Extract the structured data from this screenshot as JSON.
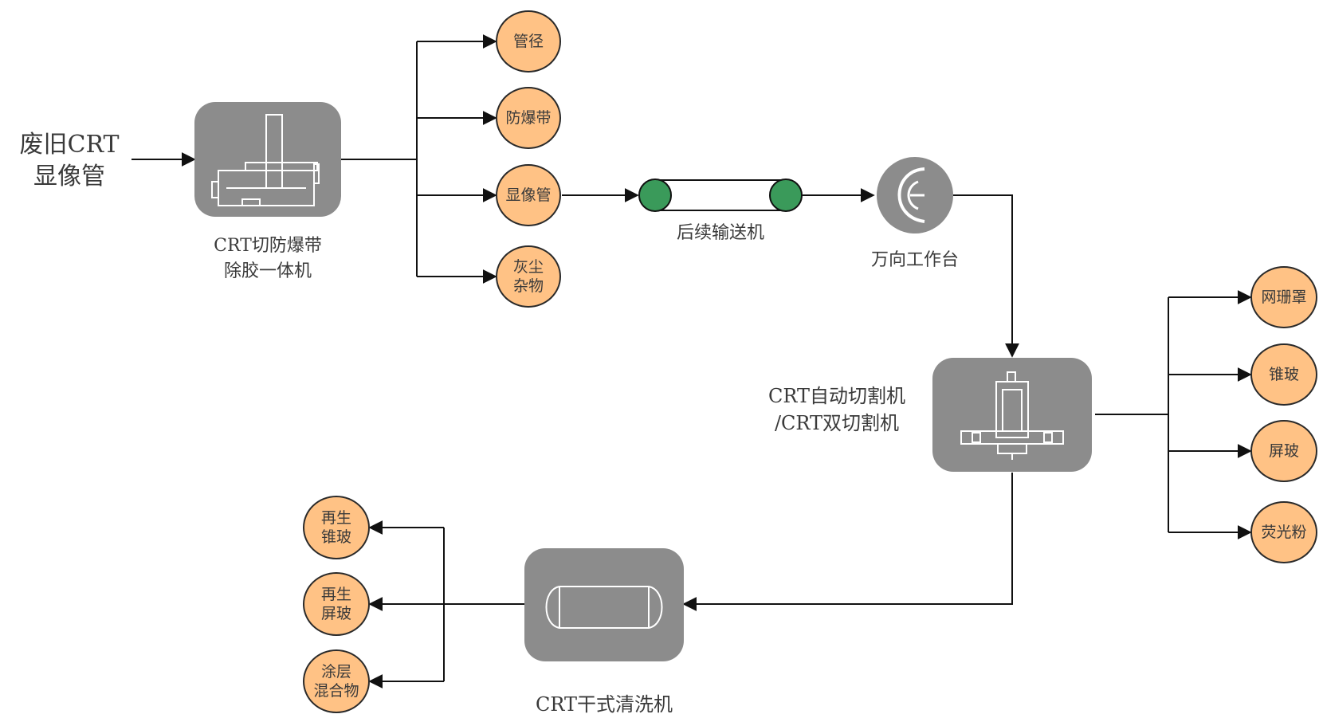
{
  "input_label": [
    "废旧CRT",
    "显像管"
  ],
  "machines": {
    "cutter_band_remover": [
      "CRT切防爆带",
      "除胶一体机"
    ],
    "conveyor": "后续输送机",
    "universal_table": "万向工作台",
    "auto_cutter": [
      "CRT自动切割机",
      "/CRT双切割机"
    ],
    "dry_washer": "CRT干式清洗机"
  },
  "outputs_stage1": [
    {
      "lines": [
        "管径"
      ]
    },
    {
      "lines": [
        "防爆带"
      ]
    },
    {
      "lines": [
        "显像管"
      ]
    },
    {
      "lines": [
        "灰尘",
        "杂物"
      ]
    }
  ],
  "outputs_stage2": [
    {
      "lines": [
        "网珊罩"
      ]
    },
    {
      "lines": [
        "锥玻"
      ]
    },
    {
      "lines": [
        "屏玻"
      ]
    },
    {
      "lines": [
        "荧光粉"
      ]
    }
  ],
  "outputs_stage3": [
    {
      "lines": [
        "再生",
        "锥玻"
      ]
    },
    {
      "lines": [
        "再生",
        "屏玻"
      ]
    },
    {
      "lines": [
        "涂层",
        "混合物"
      ]
    }
  ],
  "colors": {
    "output_fill": "#ffc285",
    "machine_fill": "#8c8c8c",
    "roller_fill": "#3a9a5a",
    "line": "#111111"
  }
}
